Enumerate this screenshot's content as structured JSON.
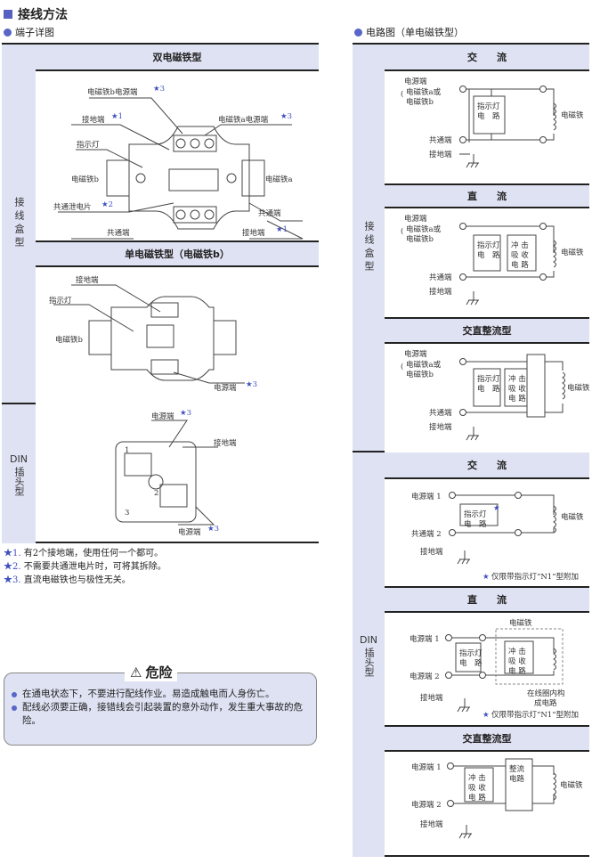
{
  "title": "接线方法",
  "left": {
    "subtitle": "端子详图",
    "box_label": "接线盒型",
    "din_label_1": "DIN",
    "din_label_2": "插头型",
    "double": {
      "header": "双电磁铁型",
      "sol_b_power": "电磁铁b电源端",
      "ground1": "接地端",
      "sol_a_power": "电磁铁a电源端",
      "indicator": "指示灯",
      "sol_b": "电磁铁b",
      "sol_a": "电磁铁a",
      "common_plate": "共通泄电片",
      "common_r": "共通端",
      "common": "共通端",
      "ground2": "接地端"
    },
    "single": {
      "header": "单电磁铁型（电磁铁b）",
      "ground": "接地端",
      "indicator": "指示灯",
      "sol_b": "电磁铁b",
      "power": "电源端"
    },
    "din": {
      "power1": "电源端",
      "ground": "接地端",
      "power2": "电源端",
      "n1": "1",
      "n2": "2",
      "n3": "3"
    },
    "footnotes": [
      {
        "mark": "★1.",
        "text": "有2个接地端，使用任何一个都可。"
      },
      {
        "mark": "★2.",
        "text": "不需要共通泄电片时，可将其拆除。"
      },
      {
        "mark": "★3.",
        "text": "直流电磁铁也与极性无关。"
      }
    ],
    "danger": {
      "title": "危险",
      "items": [
        "在通电状态下，不要进行配线作业。易造成触电而人身伤亡。",
        "配线必须要正确，接错线会引起装置的意外动作，发生重大事故的危险。"
      ]
    }
  },
  "right": {
    "subtitle": "电路图（单电磁铁型）",
    "box_label": "接线盒型",
    "din_label_1": "DIN",
    "din_label_2": "插头型",
    "labels": {
      "power": "电源端",
      "sol_ab_1": "电磁铁a或",
      "sol_ab_2": "电磁铁b",
      "common": "共通端",
      "ground": "接地端",
      "indicator_1": "指示灯",
      "indicator_2": "电　路",
      "surge_1": "冲 击",
      "surge_2": "吸 收",
      "surge_3": "电 路",
      "rect_1": "整流",
      "rect_2": "电路",
      "solenoid": "电磁铁",
      "power1": "电源端 1",
      "power2": "电源端 2",
      "common2": "共通端 2",
      "in_coil_1": "在线圈内构",
      "in_coil_2": "成电路",
      "note_n1": "仅限带指示灯“N1”型附加"
    },
    "sections": {
      "ac": "交　　流",
      "dc": "直　　流",
      "acdc": "交直整流型"
    }
  },
  "colors": {
    "band": "#dfe2f3",
    "accent": "#5560c0"
  }
}
